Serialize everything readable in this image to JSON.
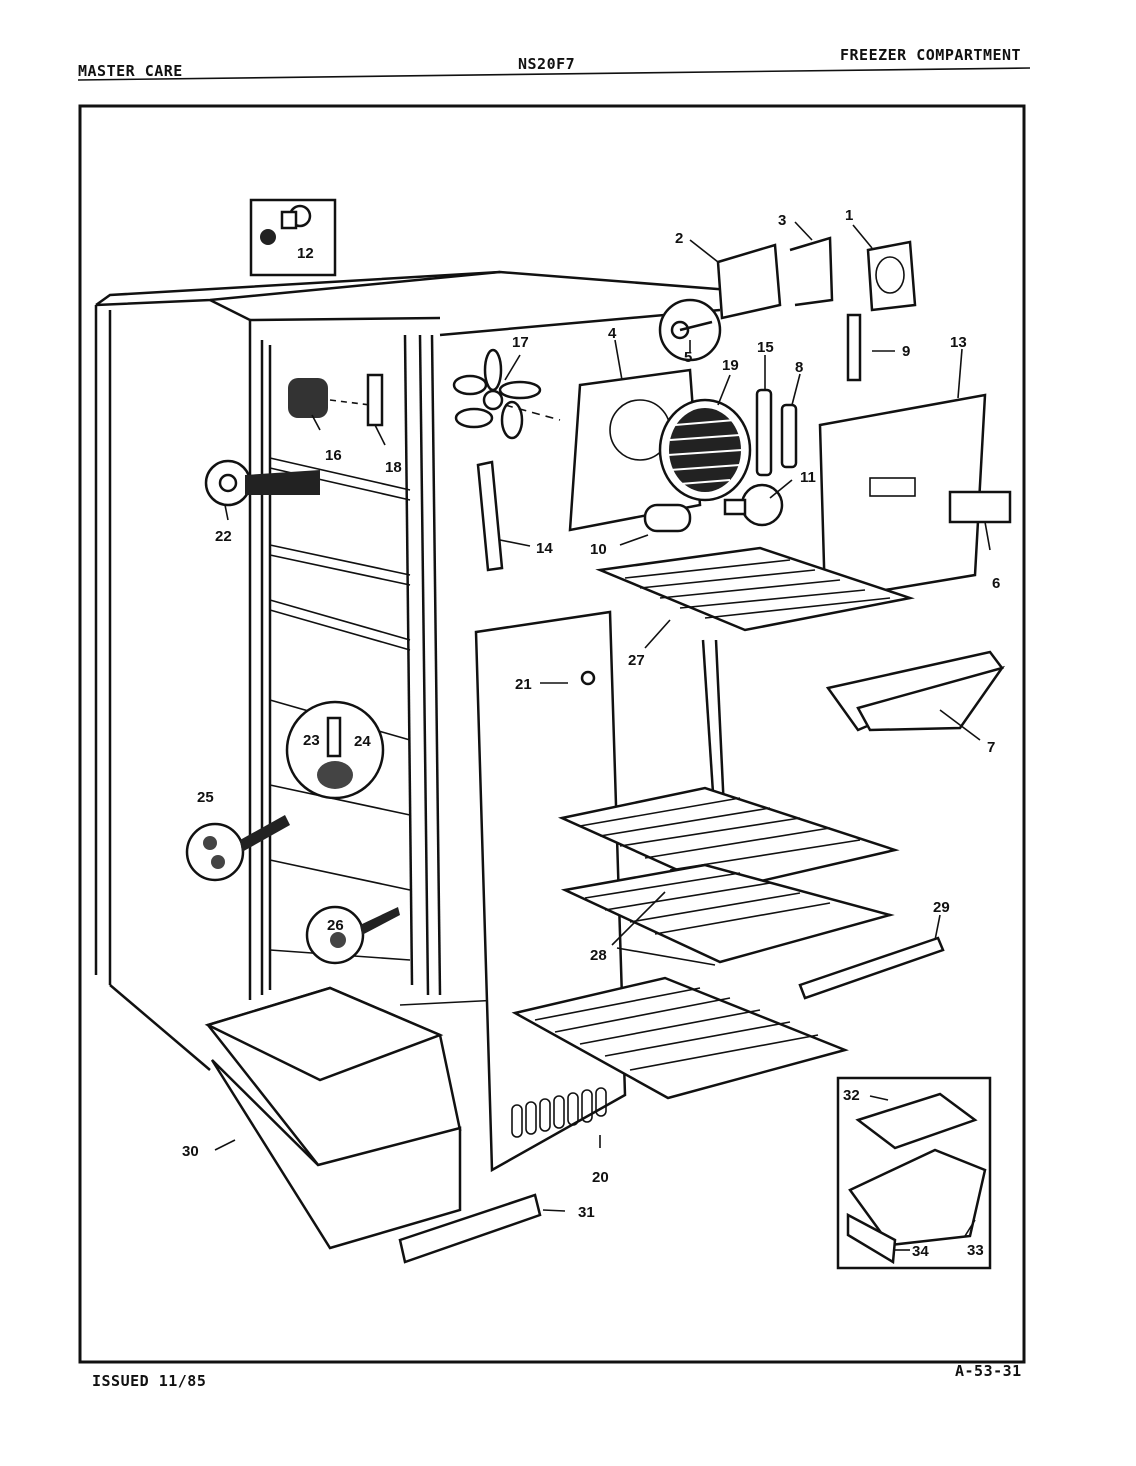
{
  "header": {
    "brand": "MASTER CARE",
    "model": "NS20F7",
    "section": "FREEZER COMPARTMENT"
  },
  "footer": {
    "issued": "ISSUED 11/85",
    "doc_number": "A-53-31"
  },
  "callouts": {
    "c1": "1",
    "c2": "2",
    "c3": "3",
    "c4": "4",
    "c5": "5",
    "c6": "6",
    "c7": "7",
    "c8": "8",
    "c9": "9",
    "c10": "10",
    "c11": "11",
    "c12": "12",
    "c13": "13",
    "c14": "14",
    "c15": "15",
    "c16": "16",
    "c17": "17",
    "c18": "18",
    "c19": "19",
    "c20": "20",
    "c21": "21",
    "c22": "22",
    "c23": "23",
    "c24": "24",
    "c25": "25",
    "c26": "26",
    "c27": "27",
    "c28": "28",
    "c29": "29",
    "c30": "30",
    "c31": "31",
    "c32": "32",
    "c33": "33",
    "c34": "34"
  }
}
